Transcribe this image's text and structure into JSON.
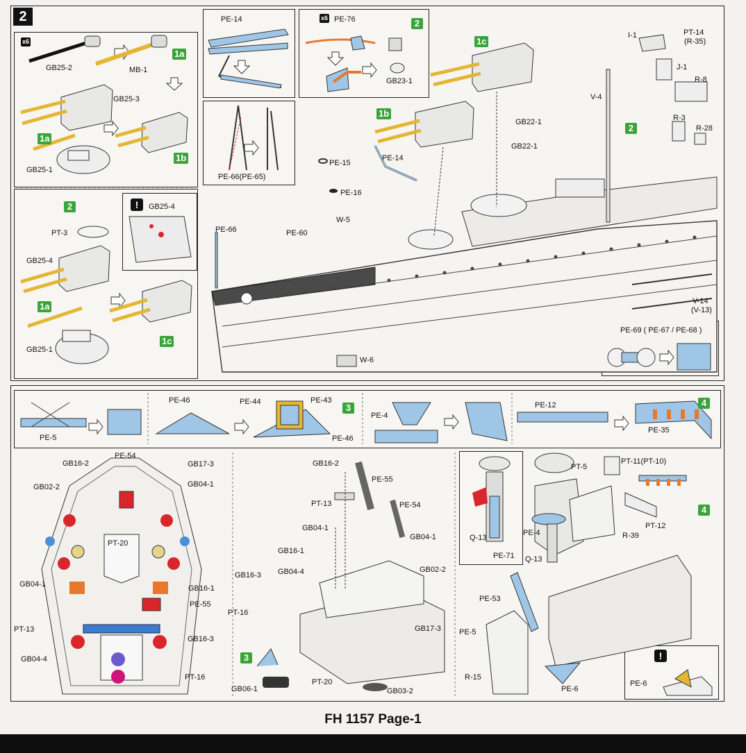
{
  "step_number": "2",
  "footer": "FH 1157 Page-1",
  "substep_labels": {
    "a": "1a",
    "b": "1b",
    "c": "1c",
    "two": "2",
    "three": "3",
    "four": "4"
  },
  "badges": {
    "x6": "x6",
    "warn": "!"
  },
  "parts": {
    "GB25_2": "GB25-2",
    "MB_1": "MB-1",
    "GB25_3": "GB25-3",
    "GB25_1a": "GB25-1",
    "GB25_4_top": "GB25-4",
    "PT_3": "PT-3",
    "GB25_4": "GB25-4",
    "GB25_1b": "GB25-1",
    "PE_14_top": "PE-14",
    "PE_76": "PE-76",
    "GB23_1": "GB23-1",
    "PE_66_65": "PE-66(PE-65)",
    "PE_15": "PE-15",
    "PE_14": "PE-14",
    "PE_16": "PE-16",
    "W_5": "W-5",
    "PE_60": "PE-60",
    "PE_66": "PE-66",
    "W_6": "W-6",
    "GB22_1a": "GB22-1",
    "GB22_1b": "GB22-1",
    "V_4": "V-4",
    "I_1": "I-1",
    "PT_14": "PT-14",
    "R_35": "(R-35)",
    "J_1": "J-1",
    "R_8": "R-8",
    "R_3": "R-3",
    "R_28": "R-28",
    "V_14": "V-14",
    "V_13": "(V-13)",
    "PE_69": "PE-69 ( PE-67 / PE-68 )",
    "PE_5": "PE-5",
    "PE_46a": "PE-46",
    "PE_44": "PE-44",
    "PE_43": "PE-43",
    "PE_46b": "PE-46",
    "PE_4": "PE-4",
    "PE_12": "PE-12",
    "PE_35": "PE-35",
    "PE_54a": "PE-54",
    "GB16_2a": "GB16-2",
    "GB17_3a": "GB17-3",
    "GB02_2a": "GB02-2",
    "GB04_1a": "GB04-1",
    "PT_20a": "PT-20",
    "GB04_1b": "GB04-1",
    "GB16_1a": "GB16-1",
    "PE_55a": "PE-55",
    "PT_13a": "PT-13",
    "GB16_3a": "GB16-3",
    "GB04_4a": "GB04-4",
    "PT_16a": "PT-16",
    "GB16_2b": "GB16-2",
    "PE_55b": "PE-55",
    "PT_13b": "PT-13",
    "PE_54b": "PE-54",
    "GB04_1c": "GB04-1",
    "GB04_1d": "GB04-1",
    "GB16_1b": "GB16-1",
    "GB16_3b": "GB16-3",
    "GB04_4b": "GB04-4",
    "GB02_2b": "GB02-2",
    "PT_16b": "PT-16",
    "GB17_3b": "GB17-3",
    "PT_20b": "PT-20",
    "GB06_1": "GB06-1",
    "GB03_2": "GB03-2",
    "PT_5": "PT-5",
    "PT_11": "PT-11(PT-10)",
    "Q_13a": "Q-13",
    "PE_71": "PE-71",
    "PE_4b": "PE-4",
    "Q_13b": "Q-13",
    "R_39": "R-39",
    "PT_12": "PT-12",
    "PE_53": "PE-53",
    "PE_5b": "PE-5",
    "R_15": "R-15",
    "PE_6a": "PE-6",
    "PE_6b": "PE-6"
  },
  "colors": {
    "green": "#3aa33a",
    "gold": "#e3b634",
    "blue": "#9fc6e6",
    "red": "#d9262a",
    "orange": "#e8792c"
  }
}
